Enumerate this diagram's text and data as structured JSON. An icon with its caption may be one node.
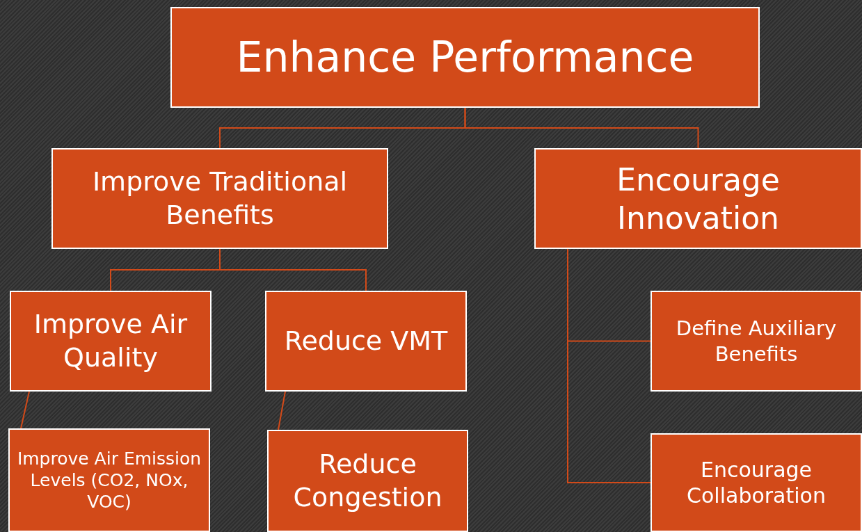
{
  "diagram": {
    "nodes": [
      {
        "text": [
          "Enhance Performance"
        ]
      },
      {
        "text": [
          "Improve Traditional Benefits"
        ]
      },
      {
        "text": [
          "Encourage Innovation"
        ]
      },
      {
        "text": [
          "Improve Air Quality"
        ]
      },
      {
        "text": [
          "Reduce VMT"
        ]
      },
      {
        "text": [
          "Improve Air Emission Levels (CO2, NOx, VOC)"
        ]
      },
      {
        "text": [
          "Reduce Congestion"
        ]
      },
      {
        "text": [
          "Define Auxiliary Benefits"
        ]
      },
      {
        "text": [
          "Encourage Collaboration"
        ]
      }
    ],
    "edges": [
      {
        "from": 0,
        "to": 1,
        "arrow": "none"
      },
      {
        "from": 0,
        "to": 2,
        "arrow": "none"
      },
      {
        "from": 1,
        "to": 3,
        "arrow": "none"
      },
      {
        "from": 1,
        "to": 4,
        "arrow": "none"
      },
      {
        "from": 3,
        "to": 5,
        "arrow": "none"
      },
      {
        "from": 4,
        "to": 6,
        "arrow": "none"
      },
      {
        "from": 2,
        "to": 7,
        "arrow": "none"
      },
      {
        "from": 2,
        "to": 8,
        "arrow": "none"
      }
    ]
  }
}
